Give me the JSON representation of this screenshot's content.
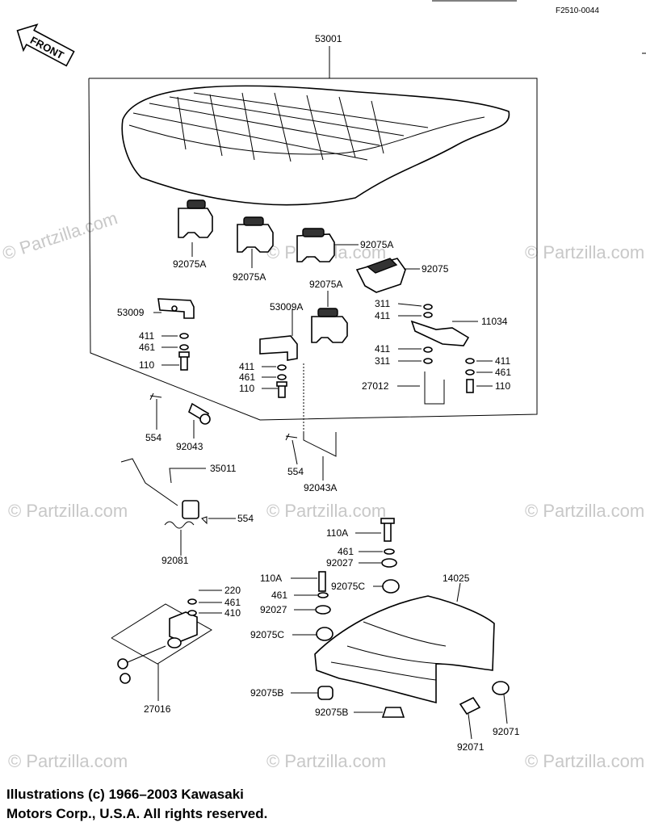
{
  "figure_id": "F2510-0044",
  "front_label": "FRONT",
  "copyright_lines": [
    "Illustrations (c) 1966–2003 Kawasaki",
    "Motors Corp., U.S.A.  All rights reserved."
  ],
  "watermark": "© Partzilla.com",
  "callouts": [
    {
      "id": "c1",
      "text": "53001"
    },
    {
      "id": "c2",
      "text": "92075A"
    },
    {
      "id": "c3",
      "text": "92075A"
    },
    {
      "id": "c4",
      "text": "92075A"
    },
    {
      "id": "c5",
      "text": "92075"
    },
    {
      "id": "c6",
      "text": "92075A"
    },
    {
      "id": "c7",
      "text": "53009"
    },
    {
      "id": "c8",
      "text": "411"
    },
    {
      "id": "c9",
      "text": "461"
    },
    {
      "id": "c10",
      "text": "110"
    },
    {
      "id": "c11",
      "text": "53009A"
    },
    {
      "id": "c12",
      "text": "411"
    },
    {
      "id": "c13",
      "text": "461"
    },
    {
      "id": "c14",
      "text": "110"
    },
    {
      "id": "c15",
      "text": "311"
    },
    {
      "id": "c16",
      "text": "411"
    },
    {
      "id": "c17",
      "text": "11034"
    },
    {
      "id": "c18",
      "text": "411"
    },
    {
      "id": "c19",
      "text": "311"
    },
    {
      "id": "c20",
      "text": "411"
    },
    {
      "id": "c21",
      "text": "461"
    },
    {
      "id": "c22",
      "text": "27012"
    },
    {
      "id": "c23",
      "text": "110"
    },
    {
      "id": "c24",
      "text": "554"
    },
    {
      "id": "c25",
      "text": "92043"
    },
    {
      "id": "c26",
      "text": "554"
    },
    {
      "id": "c27",
      "text": "92043A"
    },
    {
      "id": "c28",
      "text": "35011"
    },
    {
      "id": "c29",
      "text": "554"
    },
    {
      "id": "c30",
      "text": "92081"
    },
    {
      "id": "c31",
      "text": "110A"
    },
    {
      "id": "c32",
      "text": "461"
    },
    {
      "id": "c33",
      "text": "92027"
    },
    {
      "id": "c34",
      "text": "110A"
    },
    {
      "id": "c35",
      "text": "92075C"
    },
    {
      "id": "c36",
      "text": "14025"
    },
    {
      "id": "c37",
      "text": "461"
    },
    {
      "id": "c38",
      "text": "92027"
    },
    {
      "id": "c39",
      "text": "92075C"
    },
    {
      "id": "c40",
      "text": "220"
    },
    {
      "id": "c41",
      "text": "461"
    },
    {
      "id": "c42",
      "text": "410"
    },
    {
      "id": "c43",
      "text": "27016"
    },
    {
      "id": "c44",
      "text": "92075B"
    },
    {
      "id": "c45",
      "text": "92075B"
    },
    {
      "id": "c46",
      "text": "92071"
    },
    {
      "id": "c47",
      "text": "92071"
    }
  ]
}
